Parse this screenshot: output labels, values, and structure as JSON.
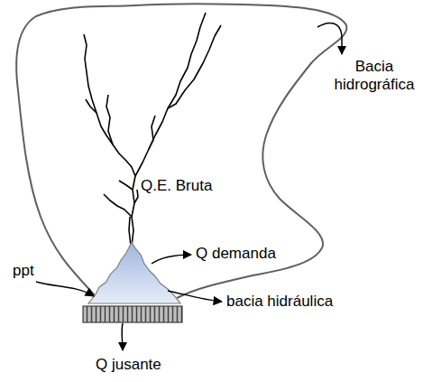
{
  "diagram": {
    "labels": [
      "Bacia hidrográfica",
      "Q.E. Bruta",
      "ppt",
      "Q demanda",
      "bacia hidráulica",
      "Q jusante"
    ]
  }
}
